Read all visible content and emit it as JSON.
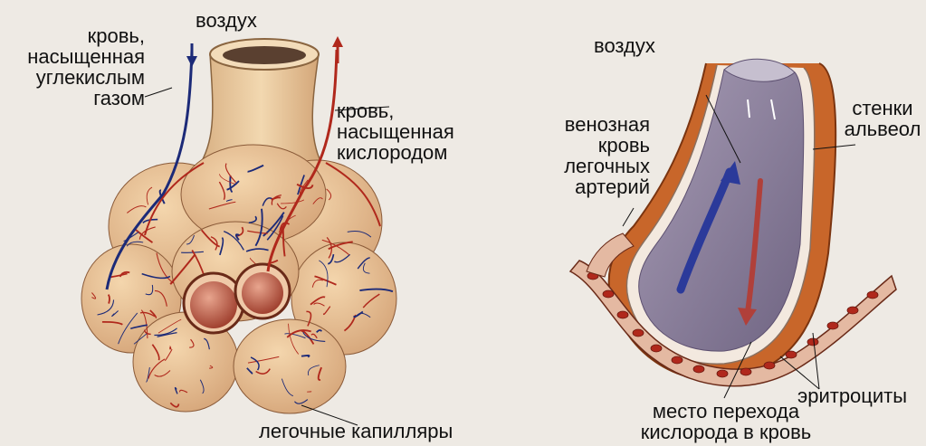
{
  "figure": {
    "left_labels": {
      "air": "воздух",
      "co2_blood": "кровь,\nнасыщенная\nуглекислым\nгазом",
      "o2_blood": "кровь,\nнасыщенная\nкислородом",
      "capillaries": "легочные капилляры"
    },
    "right_labels": {
      "air": "воздух",
      "venous_blood": "венозная\nкровь\nлегочных\nартерий",
      "alveoli_walls": "стенки\nальвеол",
      "erythrocytes": "эритроциты",
      "transfer_site": "место перехода\nкислорода в кровь"
    },
    "colors": {
      "alveolus": "#e6c08f",
      "capillary_red": "#b0281c",
      "capillary_blue": "#1c2a78",
      "alveolus_inner": "#8d7f9a",
      "wall": "#c8662a"
    }
  }
}
